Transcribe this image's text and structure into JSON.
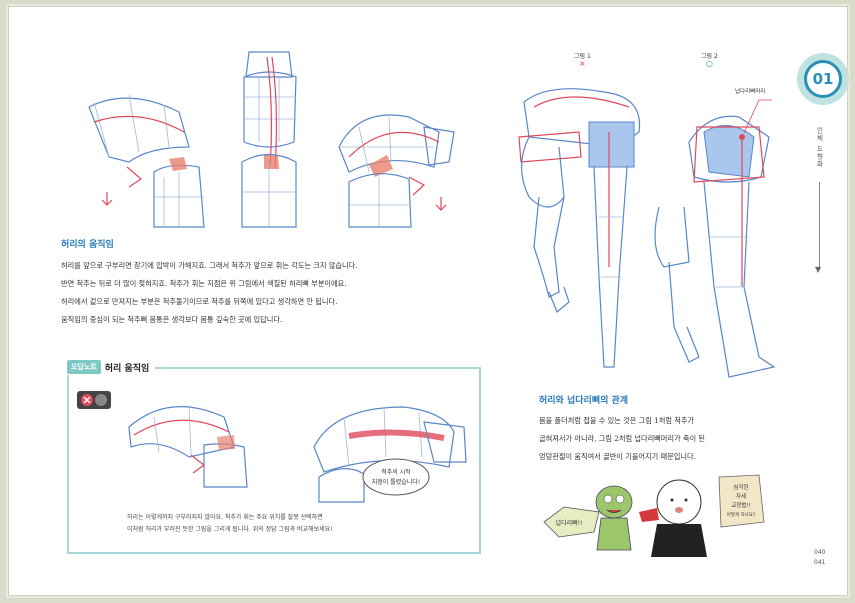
{
  "chapter": {
    "number": "01",
    "side_label": "인체 도형화"
  },
  "section1": {
    "title": "허리의 움직임",
    "lines": [
      "허리를 앞으로 구부리면 장기에 압박이 가해지죠. 그래서 척추가 앞으로 휘는 각도는 크지 않습니다.",
      "반면 척추는 뒤로 더 많이 젖혀지죠. 척추가 휘는 지점은 위 그림에서 색칠된 허리뼈 부분이에요.",
      "허리에서 겉으로 만져지는 부분은 척추돌기이므로 척추를 뒤쪽에 있다고 생각하면 안 됩니다.",
      "움직임의 중심이 되는 척추뼈 몸통은 생각보다 몸통 깊숙한 곳에 있답니다."
    ]
  },
  "figures": {
    "fig1_label": "그림 1",
    "fig1_mark": "×",
    "fig2_label": "그림 2",
    "fig2_mark": "○",
    "callout": "넙다리뼈머리"
  },
  "section2": {
    "title": "허리와 넙다리뼈의 관계",
    "lines": [
      "몸을 폴더처럼 접을 수 있는 것은  그림 1처럼 척추가",
      "굽혀져서가 아니라, 그림 2처럼 넙다리뼈머리가 축이 된",
      "엉덩관절이 움직여서 골반이 기울어지기 때문입니다."
    ]
  },
  "tip": {
    "tag": "오답노트",
    "title": "허리 움직임",
    "bubble1": [
      "척추의 시작",
      "지점이 틀렸습니다!"
    ],
    "lines": [
      "허리는 이렇게까지 구부러지지 않아요. 척추가 휘는 주요 위치를 잘못 선택하면",
      "이처럼 허리가 부러진 듯한 그림을 그리게 됩니다. 위의 정답 그림과 비교해보세요!"
    ]
  },
  "cartoon": {
    "sign": "넙다리뼈!!",
    "bubble": [
      "심각한",
      "자세",
      "교정법!!",
      "어떻게 하나요?"
    ]
  },
  "page_numbers": [
    "040",
    "041"
  ],
  "colors": {
    "accent": "#2a8fb8",
    "sketch": "#5a86c8",
    "highlight": "#e0485a",
    "tip_border": "#a7d7d4"
  }
}
